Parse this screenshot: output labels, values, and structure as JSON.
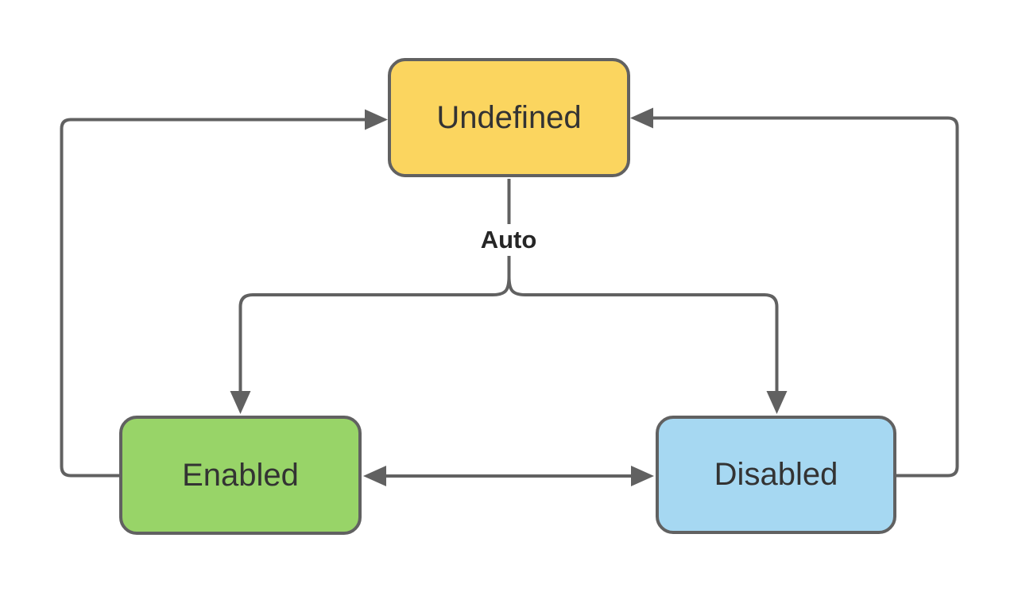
{
  "diagram": {
    "type": "state-diagram",
    "background_color": "#ffffff",
    "line_color": "#616161",
    "edge_label_color": "#262626",
    "nodes": {
      "undefined_state": {
        "label": "Undefined",
        "fill": "#FBD55F",
        "border": "#616161",
        "text_color": "#333333"
      },
      "enabled_state": {
        "label": "Enabled",
        "fill": "#98D468",
        "border": "#616161",
        "text_color": "#333333"
      },
      "disabled_state": {
        "label": "Disabled",
        "fill": "#A6D8F2",
        "border": "#616161",
        "text_color": "#333333"
      }
    },
    "edges": [
      {
        "from": "Undefined",
        "to": "Enabled",
        "label": "Auto",
        "direction": "one-way"
      },
      {
        "from": "Undefined",
        "to": "Disabled",
        "label": "Auto",
        "direction": "one-way"
      },
      {
        "from": "Enabled",
        "to": "Undefined",
        "label": "",
        "direction": "one-way"
      },
      {
        "from": "Disabled",
        "to": "Undefined",
        "label": "",
        "direction": "one-way"
      },
      {
        "from": "Enabled",
        "to": "Disabled",
        "label": "",
        "direction": "bidirectional"
      }
    ]
  }
}
